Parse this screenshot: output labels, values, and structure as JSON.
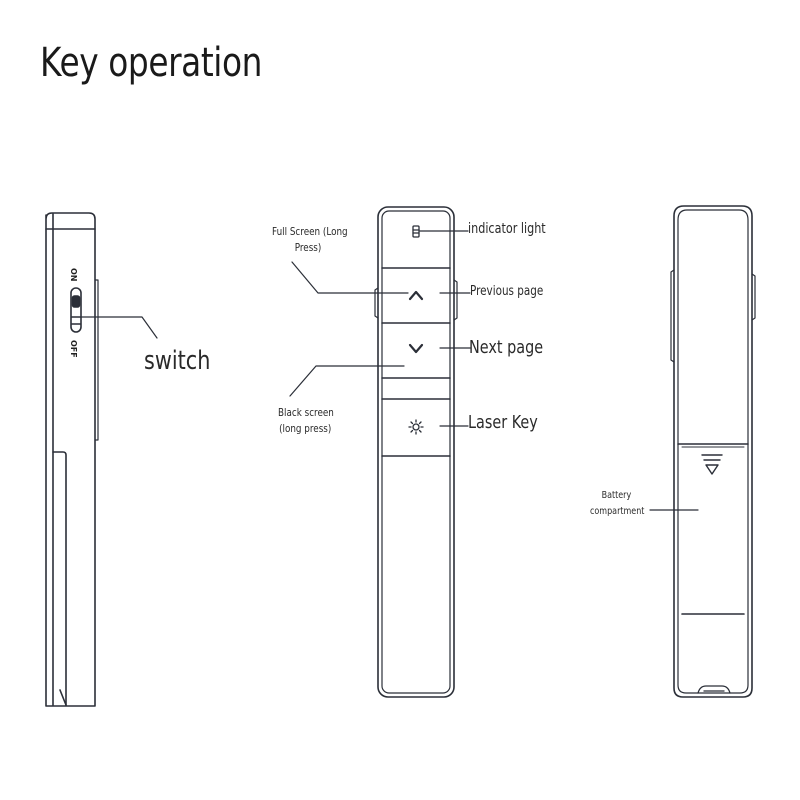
{
  "title": "Key operation",
  "side_view": {
    "switch_on_label": "ON",
    "switch_off_label": "OFF",
    "switch_label": "switch"
  },
  "front_view": {
    "full_screen_label_line1": "Full Screen (Long",
    "full_screen_label_line2": "Press)",
    "indicator_light_label": "indicator light",
    "previous_page_label": "Previous page",
    "next_page_label": "Next page",
    "black_screen_label_line1": "Black screen",
    "black_screen_label_line2": "(long press)",
    "laser_key_label": "Laser Key"
  },
  "back_view": {
    "battery_label_line1": "Battery",
    "battery_label_line2": "compartment"
  }
}
